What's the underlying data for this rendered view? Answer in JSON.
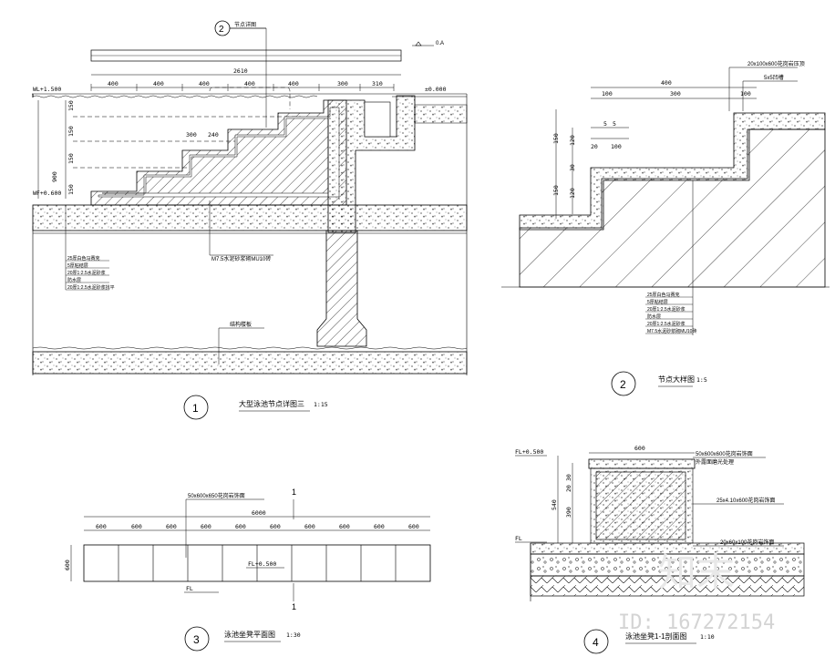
{
  "drawing1": {
    "number": "1",
    "title": "大型泳池节点详图三",
    "scale": "1:15",
    "bubble_number": "2",
    "bubble_label": "节点详图",
    "top_ref": "0.A",
    "overall_dim": "2610",
    "step_dims": [
      "400",
      "400",
      "400",
      "400",
      "400",
      "300",
      "310"
    ],
    "level_top": "WL+1.500",
    "level_bottom": "WF+0.600",
    "level_deck": "±0.000",
    "vert_dims": [
      "150",
      "150",
      "150",
      "150",
      "900"
    ],
    "inner_dims": [
      "300",
      "240"
    ],
    "material_note": "M7.5水泥砂浆砌MU10砖",
    "layer_notes": [
      "25厚白色马赛克",
      "5厚粘结层",
      "20厚1:2.5水泥砂浆",
      "防水层",
      "20厚1:2.5水泥砂浆找平"
    ],
    "beam_note": "结构楼板"
  },
  "drawing2": {
    "number": "2",
    "title": "节点大样图",
    "scale": "1:5",
    "top_note": "20x100x600花岗岩压顶",
    "top_note2": "5x5凹槽",
    "dims_top": [
      "400",
      "100",
      "300",
      "100"
    ],
    "dims_small": [
      "5",
      "5",
      "20",
      "100"
    ],
    "vert_dims": [
      "150",
      "120",
      "30",
      "150",
      "120"
    ],
    "layer_notes": [
      "25厚白色马赛克",
      "5厚粘结层",
      "20厚1:2.5水泥砂浆",
      "防水层",
      "20厚1:2.5水泥砂浆",
      "M7.5水泥砂浆砌MU10砖"
    ]
  },
  "drawing3": {
    "number": "3",
    "title": "泳池坐凳平面图",
    "scale": "1:30",
    "note": "50x600x650花岗岩饰面",
    "overall_dim": "6000",
    "seg_dims": [
      "600",
      "600",
      "600",
      "600",
      "600",
      "600",
      "600",
      "600",
      "600",
      "600"
    ],
    "height_dim": "600",
    "level": "FL+0.500",
    "level2": "FL",
    "section_mark": "1"
  },
  "drawing4": {
    "number": "4",
    "title": "泳池坐凳1-1剖面图",
    "scale": "1:10",
    "width_dim": "600",
    "note_top": "50x600x600花岗岩饰面",
    "note_top2": "外露面磨光处理",
    "note_mid": "25x4.10x600花岗岩饰面",
    "note_low": "20x60x100花岗岩饰面",
    "level_top": "FL+0.500",
    "level_bot": "FL",
    "vert_dims": [
      "30",
      "20",
      "390",
      "540"
    ]
  },
  "watermark": {
    "logo": "知末",
    "id": "ID: 167272154"
  }
}
